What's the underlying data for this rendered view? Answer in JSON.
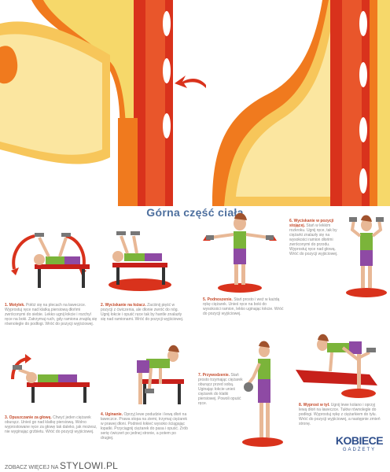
{
  "header_art": {
    "description_colors": {
      "orange": "#f07a1e",
      "red": "#d9321c",
      "yellow": "#f6d86a"
    }
  },
  "title": "Górna część ciała",
  "exercises": [
    {
      "num": "1.",
      "name": "Motylek.",
      "text": "Połóż się na plecach na ławeczce. Wyprostuj ręce nad klatką piersiową dłońmi zwróconymi do siebie. Lekko ugnij łokcie i rozchyl ręce na boki. Zatrzymaj ruch, gdy ramiona znajdą się równolegle do podłogi. Wróć do pozycji wyjściowej."
    },
    {
      "num": "2.",
      "name": "Wyciskanie na łożacz.",
      "text": "Zaciśnij pięść w pozycji z ćwiczenia, ale dłonie zwróć do nóg. Ugnij łokcie i opuść ręce tak by hantle znalazły się nad ramionami. Wróć do pozycji wyjściowej."
    },
    {
      "num": "3.",
      "name": "Opuszczanie za głowę.",
      "text": "Chwyć jeden ciężarek oburącz. Unieś go nad klatkę piersiową. Wolno wyprostowane ręce za głowę tak daleko, jak możesz, nie wyginając grzbietu. Wróć do pozycji wyjściowej."
    },
    {
      "num": "4.",
      "name": "Uginanie.",
      "text": "Oprzyj lewe podudzie i lewą dłoń na ławeczce. Prawa stopa na ziemi, trzymaj ciężarek w prawej dłoni. Podnieś łokieć wysoko ściągając łopatki. Przyciągnij ciężarek do pasa i opuść. Zrób serię ćwiczeń po jednej stronie, a potem po drugiej."
    },
    {
      "num": "5.",
      "name": "Podnoszenie.",
      "text": "Stań prosto i weź w każdą rękę ciężarek. Unieś ręce na boki do wysokości ramion, lekko uginając łokcie. Wróć do pozycji wyjściowej."
    },
    {
      "num": "6.",
      "name": "Wyciskanie w pozycji stojącej.",
      "text": "Stań w lekkim rozkroku. Ugnij ręce, tak by ciężarki znalazły się na wysokości ramion dłońmi zwróconymi do przodu. Wyprostuj ręce nad głową. Wróć do pozycji wyjściowej."
    },
    {
      "num": "7.",
      "name": "Przywodzenie.",
      "text": "Stań prosto trzymając ciężarek oburącz przed sobą. Uginając łokcie unieś ciężarek do klatki piersiowej. Powoli opuść ręce."
    },
    {
      "num": "8.",
      "name": "Wyprost w tył.",
      "text": "Ugnij lewe kolano i oprzyj lewą dłoń na ławeczce. Tułów równolegle do podłogi. Wyprostuj rękę z ciężarkiem do tyłu. Wróć do pozycji wyjściowej, a następnie zmień stronę."
    }
  ],
  "footer": {
    "prefix": "ZOBACZ WIĘCEJ NA",
    "brand": "STYLOWI.PL"
  },
  "logo": {
    "line1": "KOBIECE",
    "line2": "GADŻETY"
  }
}
